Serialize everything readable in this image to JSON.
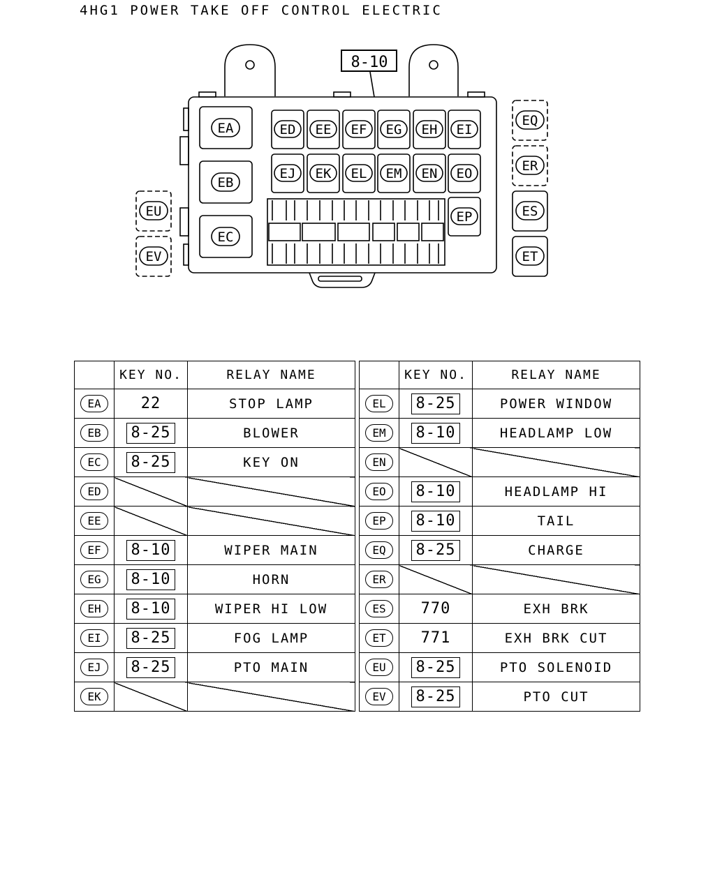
{
  "title": "4HG1 POWER TAKE OFF CONTROL ELECTRIC",
  "diagram": {
    "key_box": "8-10",
    "relays": {
      "EA": "EA",
      "EB": "EB",
      "EC": "EC",
      "ED": "ED",
      "EE": "EE",
      "EF": "EF",
      "EG": "EG",
      "EH": "EH",
      "EI": "EI",
      "EJ": "EJ",
      "EK": "EK",
      "EL": "EL",
      "EM": "EM",
      "EN": "EN",
      "EO": "EO",
      "EP": "EP",
      "EQ": "EQ",
      "ER": "ER",
      "ES": "ES",
      "ET": "ET",
      "EU": "EU",
      "EV": "EV"
    }
  },
  "table": {
    "headers": {
      "id": "",
      "key": "KEY NO.",
      "name": "RELAY NAME"
    },
    "left": [
      {
        "id": "EA",
        "key": "22",
        "key_boxed": false,
        "name": "STOP LAMP"
      },
      {
        "id": "EB",
        "key": "8-25",
        "key_boxed": true,
        "name": "BLOWER"
      },
      {
        "id": "EC",
        "key": "8-25",
        "key_boxed": true,
        "name": "KEY ON"
      },
      {
        "id": "ED",
        "key": "",
        "key_boxed": false,
        "name": ""
      },
      {
        "id": "EE",
        "key": "",
        "key_boxed": false,
        "name": ""
      },
      {
        "id": "EF",
        "key": "8-10",
        "key_boxed": true,
        "name": "WIPER MAIN"
      },
      {
        "id": "EG",
        "key": "8-10",
        "key_boxed": true,
        "name": "HORN"
      },
      {
        "id": "EH",
        "key": "8-10",
        "key_boxed": true,
        "name": "WIPER HI LOW"
      },
      {
        "id": "EI",
        "key": "8-25",
        "key_boxed": true,
        "name": "FOG LAMP"
      },
      {
        "id": "EJ",
        "key": "8-25",
        "key_boxed": true,
        "name": "PTO MAIN"
      },
      {
        "id": "EK",
        "key": "",
        "key_boxed": false,
        "name": ""
      }
    ],
    "right": [
      {
        "id": "EL",
        "key": "8-25",
        "key_boxed": true,
        "name": "POWER WINDOW"
      },
      {
        "id": "EM",
        "key": "8-10",
        "key_boxed": true,
        "name": "HEADLAMP LOW"
      },
      {
        "id": "EN",
        "key": "",
        "key_boxed": false,
        "name": ""
      },
      {
        "id": "EO",
        "key": "8-10",
        "key_boxed": true,
        "name": "HEADLAMP HI"
      },
      {
        "id": "EP",
        "key": "8-10",
        "key_boxed": true,
        "name": "TAIL"
      },
      {
        "id": "EQ",
        "key": "8-25",
        "key_boxed": true,
        "name": "CHARGE"
      },
      {
        "id": "ER",
        "key": "",
        "key_boxed": false,
        "name": ""
      },
      {
        "id": "ES",
        "key": "770",
        "key_boxed": false,
        "name": "EXH BRK"
      },
      {
        "id": "ET",
        "key": "771",
        "key_boxed": false,
        "name": "EXH BRK CUT"
      },
      {
        "id": "EU",
        "key": "8-25",
        "key_boxed": true,
        "name": "PTO SOLENOID"
      },
      {
        "id": "EV",
        "key": "8-25",
        "key_boxed": true,
        "name": "PTO CUT"
      }
    ]
  }
}
